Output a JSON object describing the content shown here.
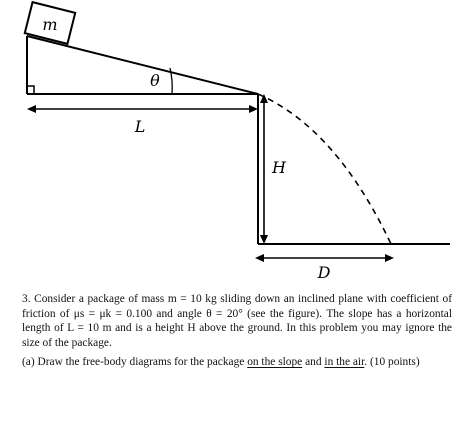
{
  "figure": {
    "mass_label": "m",
    "angle_label": "θ",
    "length_label": "L",
    "height_label": "H",
    "distance_label": "D"
  },
  "problem": {
    "intro_lines": [
      "3. Consider a package of mass m = 10 kg sliding down an inclined plane with coefficient",
      "of friction of μs = μk = 0.100 and angle θ = 20° (see the figure). The slope has a",
      "horizontal length of L = 10 m and is a height H above the ground. In this problem you",
      "may ignore the size of the package."
    ],
    "part_a": {
      "prefix": "(a) Draw the free-body diagrams for the package",
      "phrase_on_slope": "on the slope",
      "and": "and",
      "phrase_in_air": "in the air",
      "suffix": ". (10 points)"
    }
  }
}
